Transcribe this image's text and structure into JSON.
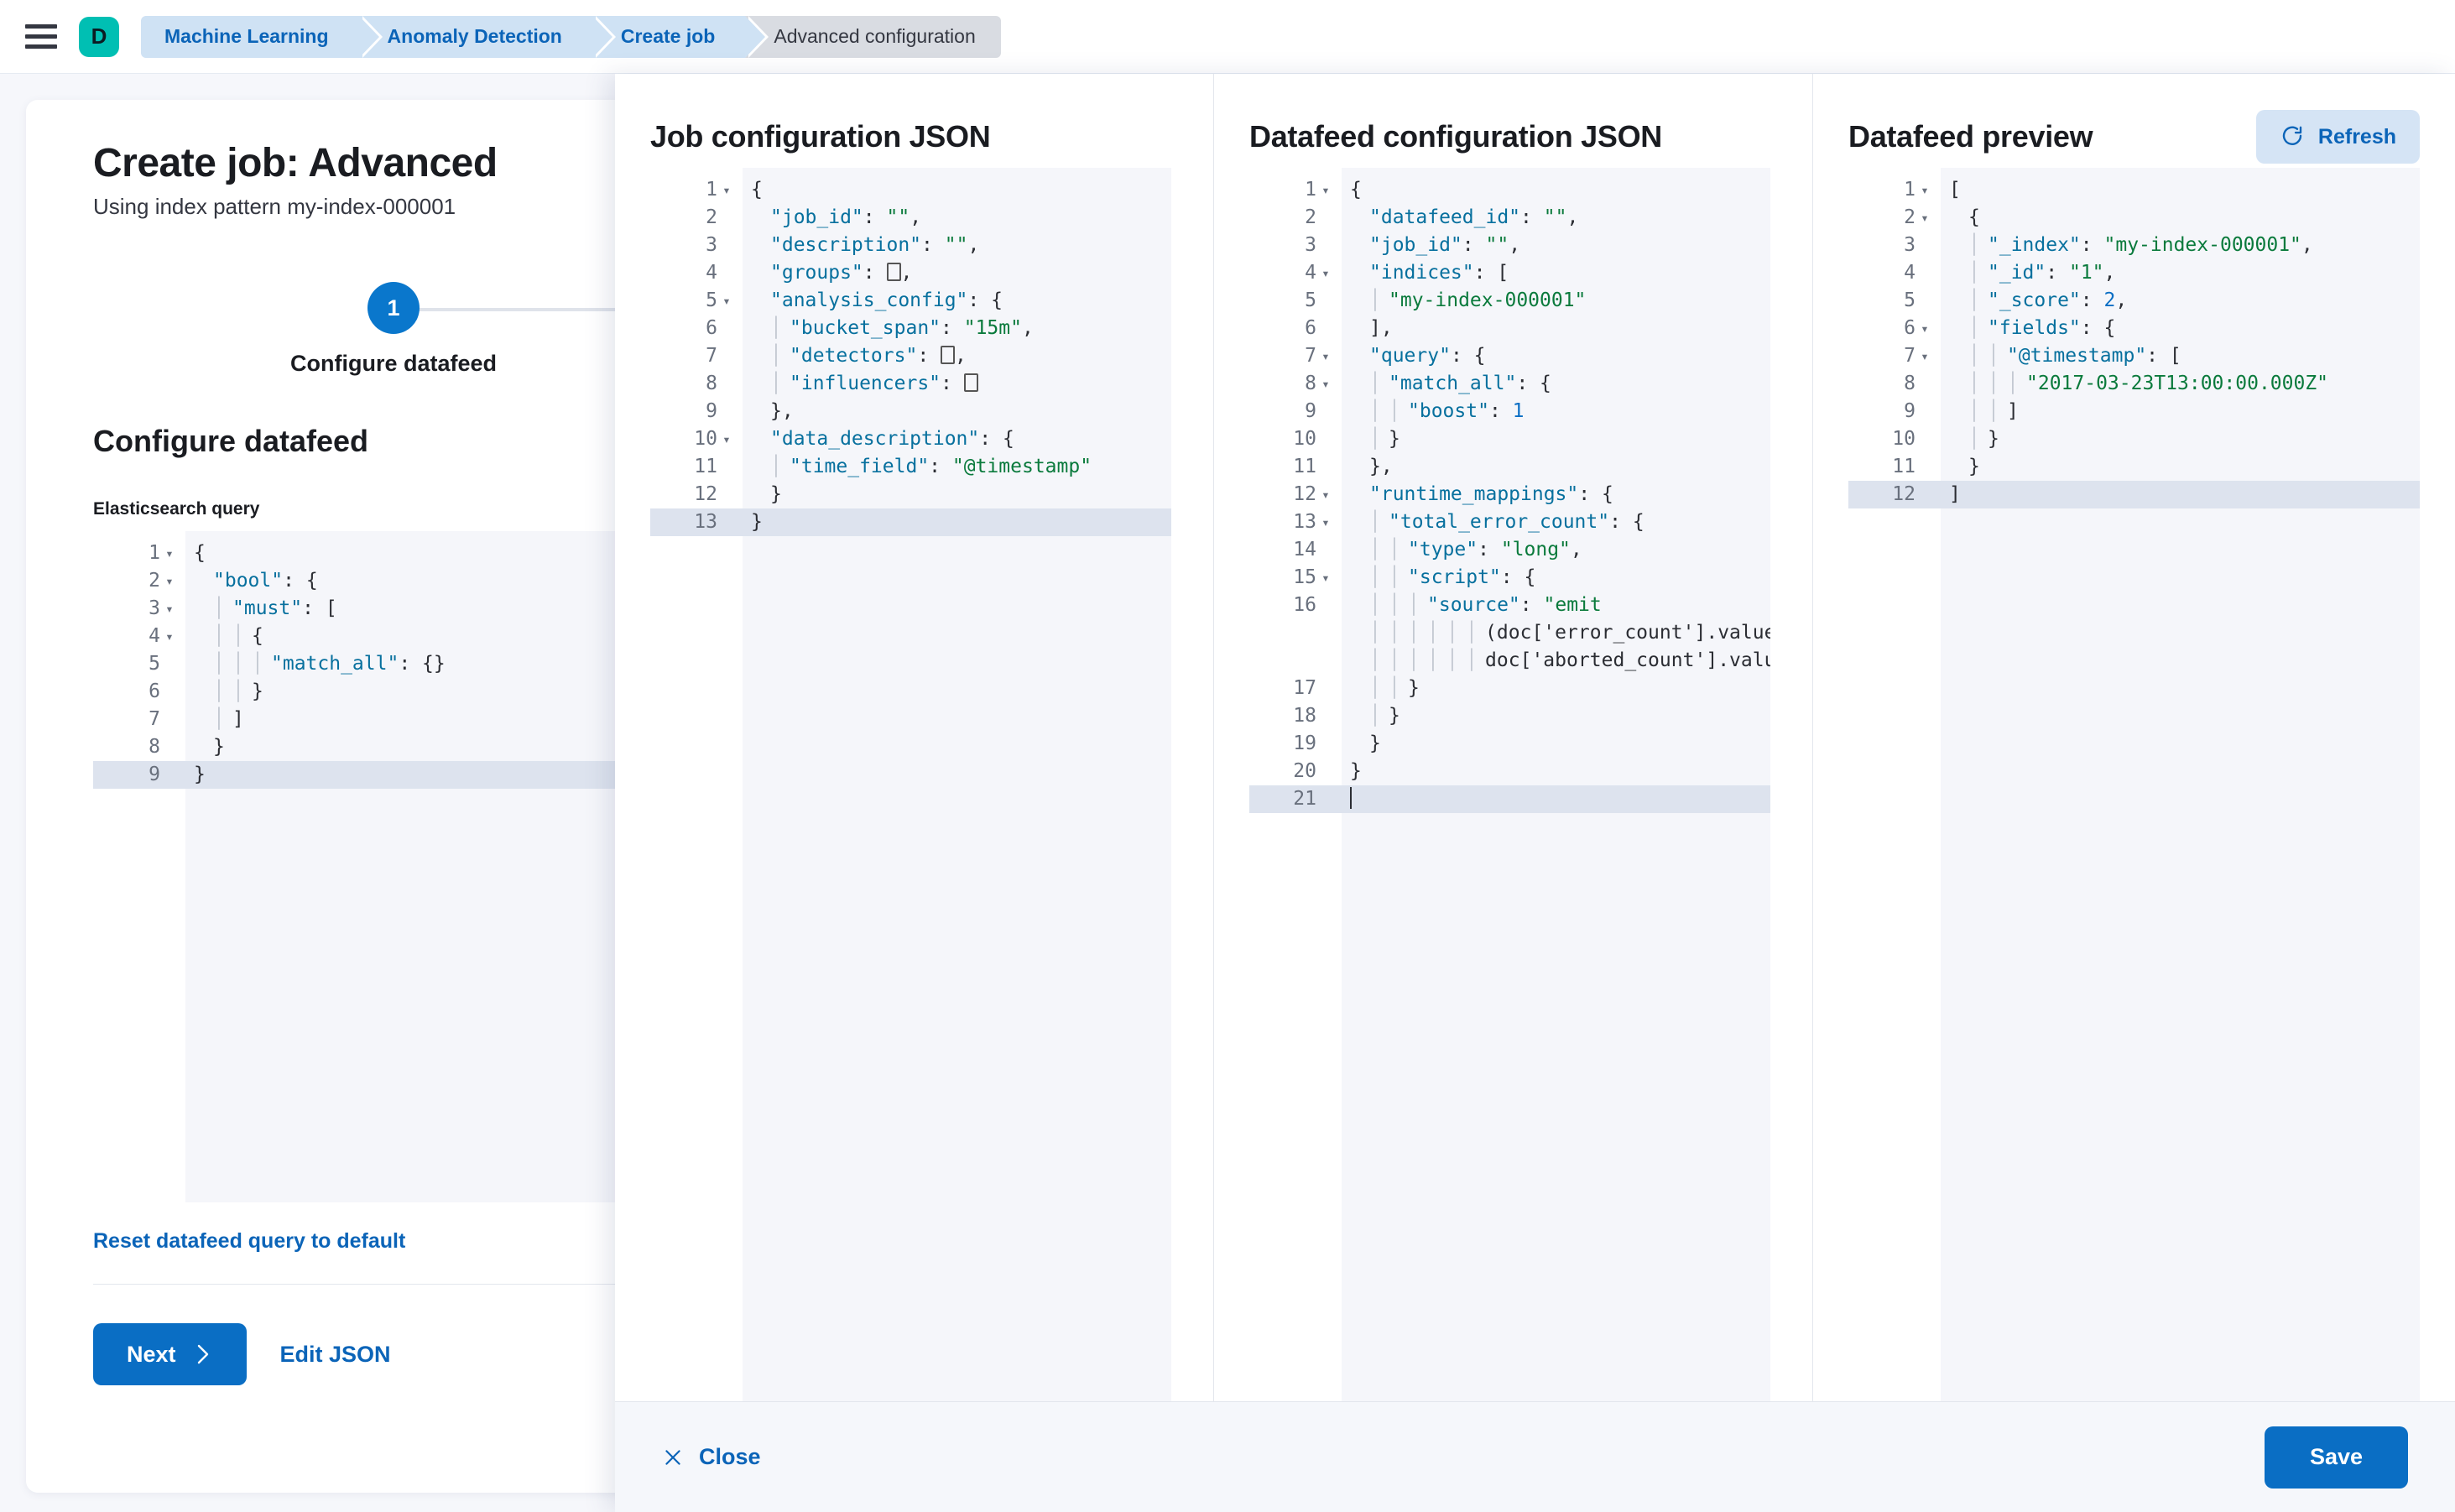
{
  "chrome": {
    "menu_icon": "hamburger-menu-icon",
    "space_avatar": "D",
    "breadcrumbs": [
      {
        "label": "Machine Learning",
        "active": false
      },
      {
        "label": "Anomaly Detection",
        "active": false
      },
      {
        "label": "Create job",
        "active": false
      },
      {
        "label": "Advanced configuration",
        "active": true
      }
    ]
  },
  "page": {
    "title": "Create job: Advanced",
    "subtitle": "Using index pattern my-index-000001",
    "step_number": "1",
    "step_label": "Configure datafeed",
    "section_title": "Configure datafeed",
    "query_field_label": "Elasticsearch query",
    "reset_link": "Reset datafeed query to default",
    "next_label": "Next",
    "next_icon": "chevron-right-icon",
    "edit_json_label": "Edit JSON"
  },
  "flyout": {
    "close_label": "Close",
    "close_icon": "close-x-icon",
    "save_label": "Save",
    "refresh_label": "Refresh",
    "refresh_icon": "refresh-circular-arrow-icon",
    "columns": [
      {
        "title": "Job configuration JSON"
      },
      {
        "title": "Datafeed configuration JSON"
      },
      {
        "title": "Datafeed preview"
      }
    ]
  },
  "editors": {
    "es_query": {
      "highlight_line": 9,
      "fold_lines": [
        1,
        2,
        3,
        4
      ],
      "lines": [
        "{",
        "  \"bool\": {",
        "    \"must\": [",
        "      {",
        "        \"match_all\": {}",
        "      }",
        "    ]",
        "  }",
        "}"
      ]
    },
    "job_config": {
      "highlight_line": 13,
      "fold_lines": [
        1,
        5,
        10
      ],
      "lines": [
        "{",
        "  \"job_id\": \"\",",
        "  \"description\": \"\",",
        "  \"groups\": [],",
        "  \"analysis_config\": {",
        "    \"bucket_span\": \"15m\",",
        "    \"detectors\": [],",
        "    \"influencers\": []",
        "  },",
        "  \"data_description\": {",
        "    \"time_field\": \"@timestamp\"",
        "  }",
        "}"
      ]
    },
    "datafeed_config": {
      "highlight_line": 21,
      "fold_lines": [
        1,
        4,
        7,
        8,
        12,
        13,
        15
      ],
      "lines": [
        "{",
        "  \"datafeed_id\": \"\",",
        "  \"job_id\": \"\",",
        "  \"indices\": [",
        "    \"my-index-000001\"",
        "  ],",
        "  \"query\": {",
        "    \"match_all\": {",
        "      \"boost\": 1",
        "    }",
        "  },",
        "  \"runtime_mappings\": {",
        "    \"total_error_count\": {",
        "      \"type\": \"long\",",
        "      \"script\": {",
        "        \"source\": \"emit(doc['error_count'].value + doc['aborted_count'].value)\"",
        "      }",
        "    }",
        "  }",
        "}",
        ""
      ]
    },
    "datafeed_preview": {
      "highlight_line": 12,
      "fold_lines": [
        1,
        2,
        6,
        7
      ],
      "lines": [
        "[",
        "  {",
        "    \"_index\": \"my-index-000001\",",
        "    \"_id\": \"1\",",
        "    \"_score\": 2,",
        "    \"fields\": {",
        "      \"@timestamp\": [",
        "        \"2017-03-23T13:00:00.000Z\"",
        "      ]",
        "    }",
        "  }",
        "]"
      ]
    }
  }
}
